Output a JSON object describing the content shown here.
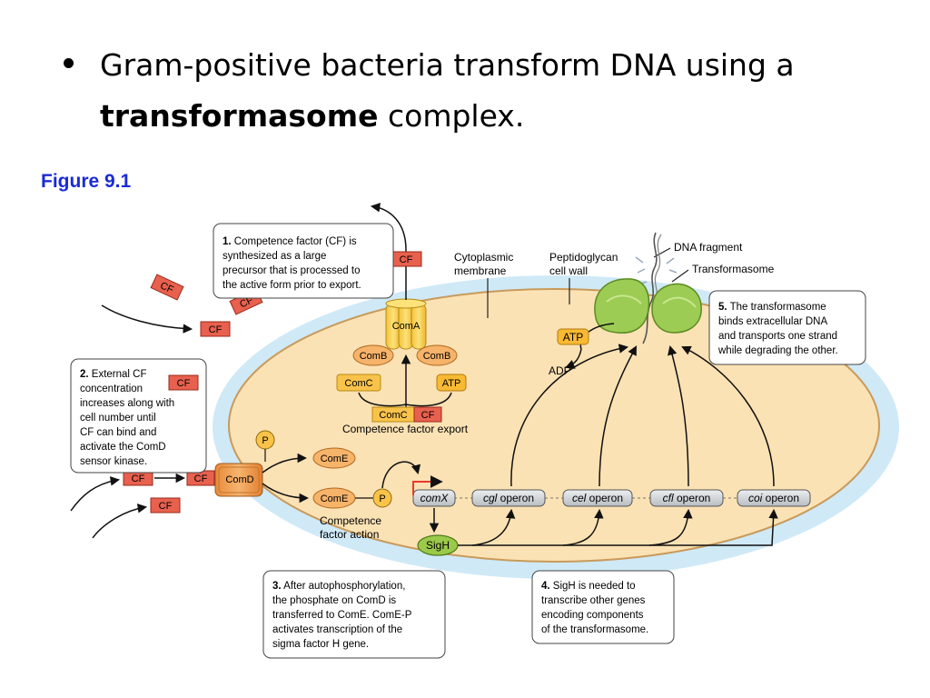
{
  "header": {
    "bullet_line1": "Gram-positive bacteria transform DNA using a",
    "bullet_line2_bold": "transformasome",
    "bullet_line2_rest": " complex."
  },
  "figure_label": "Figure 9.1",
  "colors": {
    "cf_red": "#e8604e",
    "com_orange": "#f6b36a",
    "comc_yellow": "#f9c34a",
    "atp_yellow": "#f9b933",
    "cell_fill": "#fbe2b4",
    "membrane_blue": "#cfe9f7",
    "sigh_green": "#9bc94a",
    "transformasome_green": "#9ccc54",
    "gene_gray": "#cfd3d6"
  },
  "diagram": {
    "labels": {
      "cytoplasmic_1": "Cytoplasmic",
      "cytoplasmic_2": "membrane",
      "peptido_1": "Peptidoglycan",
      "peptido_2": "cell wall",
      "dna_fragment": "DNA fragment",
      "transformasome": "Transformasome",
      "adp": "ADP",
      "cf_export": "Competence factor export",
      "competence_action_1": "Competence",
      "competence_action_2": "factor action"
    },
    "molecules": {
      "cf": "CF",
      "coma": "ComA",
      "comb": "ComB",
      "comc": "ComC",
      "atp": "ATP",
      "comd": "ComD",
      "come": "ComE",
      "p": "P",
      "sigh": "SigH"
    },
    "genes": {
      "comx": "comX",
      "cgl_italic": "cgl",
      "cel_italic": "cel",
      "cfl_italic": "cfl",
      "coi_italic": "coi",
      "operon": " operon"
    },
    "callouts": {
      "c1": {
        "num": "1.",
        "lines": [
          " Competence factor (CF) is",
          "synthesized as a large",
          "precursor that is processed to",
          "the active form prior to export."
        ]
      },
      "c2": {
        "num": "2.",
        "lines": [
          " External CF",
          "concentration",
          "increases along with",
          "cell number until",
          "CF can bind and",
          "activate the ComD",
          "sensor kinase."
        ]
      },
      "c3": {
        "num": "3.",
        "lines": [
          " After autophosphorylation,",
          "the phosphate on ComD is",
          "transferred to ComE. ComE-P",
          "activates transcription of the",
          "sigma factor H gene."
        ]
      },
      "c4": {
        "num": "4.",
        "lines": [
          " SigH is needed to",
          "transcribe other genes",
          "encoding components",
          "of the transformasome."
        ]
      },
      "c5": {
        "num": "5.",
        "lines": [
          " The transformasome",
          "binds extracellular DNA",
          "and transports one strand",
          "while degrading the other."
        ]
      }
    }
  }
}
